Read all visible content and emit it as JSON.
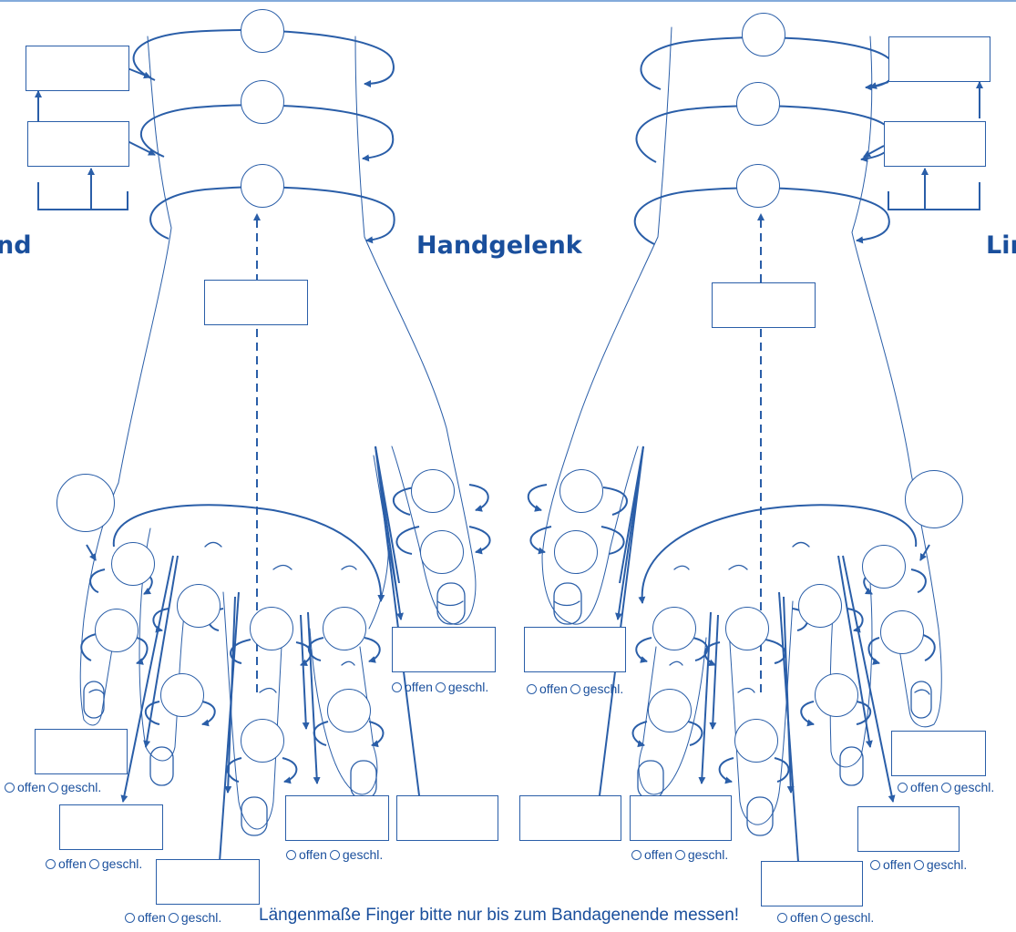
{
  "headings": {
    "right_hand_partial": "nd",
    "center": "Handgelenk",
    "left_hand_partial": "Lin"
  },
  "option_labels": {
    "open": "offen",
    "closed": "geschl."
  },
  "footnote": "Längenmaße Finger bitte nur bis zum Bandagenende messen!",
  "colors": {
    "line": "#2a5ea8",
    "text": "#1a4f9c",
    "background": "#ffffff"
  }
}
